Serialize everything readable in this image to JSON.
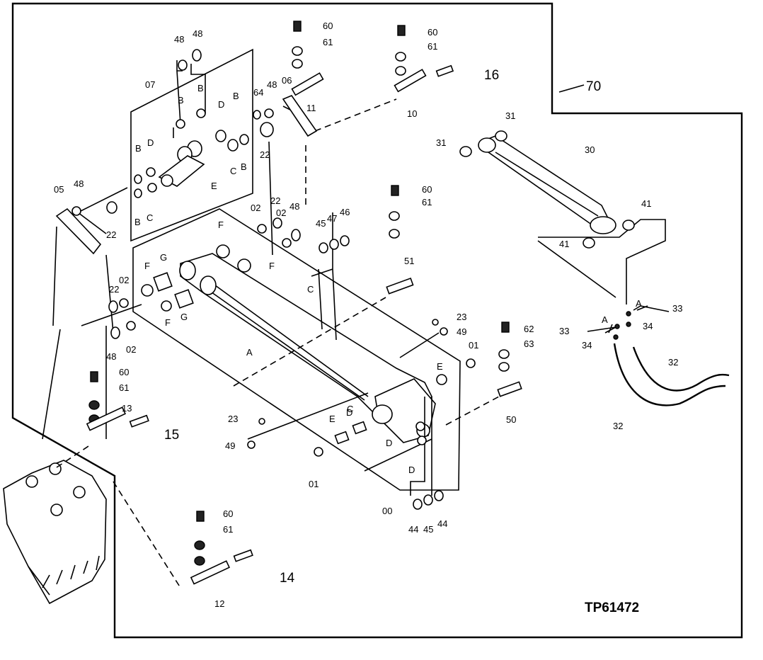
{
  "drawing_id": "TP61472",
  "labels": {
    "l70": "70",
    "l16": "16",
    "l15": "15",
    "l14": "14",
    "l60a": "60",
    "l61a": "61",
    "l60b": "60",
    "l61b": "61",
    "l60c": "60",
    "l61c": "61",
    "l60d": "60",
    "l61d": "61",
    "l60e": "60",
    "l61e": "61",
    "l11": "11",
    "l10": "10",
    "l12": "12",
    "l13": "13",
    "l48a": "48",
    "l48b": "48",
    "l48c": "48",
    "l48d": "48",
    "l48e": "48",
    "l48f": "48",
    "l07": "07",
    "l06": "06",
    "l05": "05",
    "l64": "64",
    "lB1": "B",
    "lB2": "B",
    "lB3": "B",
    "lB4": "B",
    "lB5": "B",
    "lB6": "B",
    "lD1": "D",
    "lD2": "D",
    "lD3": "D",
    "lD4": "D",
    "lD5": "D",
    "lC1": "C",
    "lC2": "C",
    "lC3": "C",
    "lC4": "C",
    "lE1": "E",
    "lE2": "E",
    "lE3": "E",
    "l22a": "22",
    "l22b": "22",
    "l22c": "22",
    "l22d": "22",
    "l02a": "02",
    "l02b": "02",
    "l02c": "02",
    "l02d": "02",
    "lF1": "F",
    "lF2": "F",
    "lF3": "F",
    "lF4": "F",
    "lG1": "G",
    "lG2": "G",
    "lA1": "A",
    "lA2": "A",
    "lA3": "A",
    "l45a": "45",
    "l47": "47",
    "l46": "46",
    "l51": "51",
    "l31a": "31",
    "l31b": "31",
    "l30": "30",
    "l41a": "41",
    "l41b": "41",
    "l33a": "33",
    "l33b": "33",
    "l34a": "34",
    "l34b": "34",
    "l32a": "32",
    "l32b": "32",
    "l23a": "23",
    "l23b": "23",
    "l49a": "49",
    "l49b": "49",
    "l62": "62",
    "l63": "63",
    "l01a": "01",
    "l01b": "01",
    "l50": "50",
    "l00": "00",
    "l44a": "44",
    "l45b": "45",
    "l44b": "44"
  }
}
